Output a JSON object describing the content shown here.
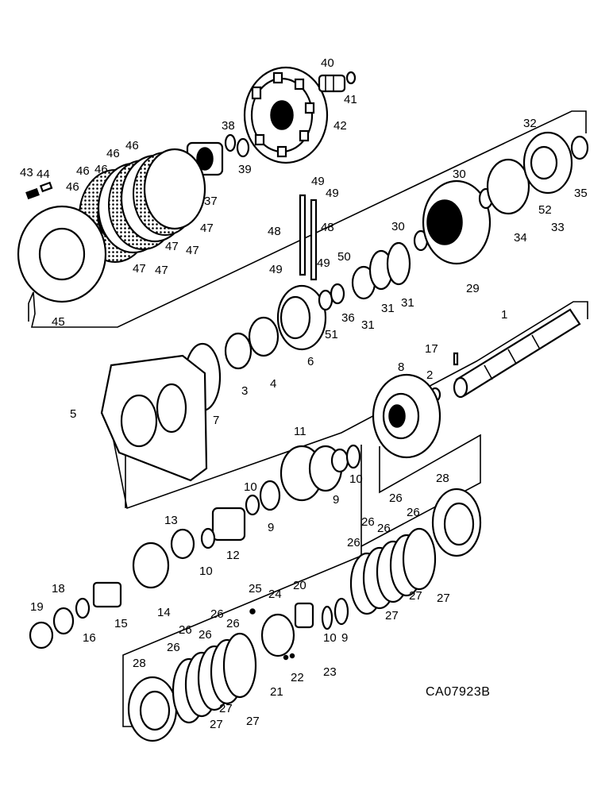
{
  "diagram": {
    "drawing_code": "CA07923B",
    "part_labels": [
      "40",
      "41",
      "42",
      "38",
      "39",
      "37",
      "46",
      "46",
      "46",
      "46",
      "46",
      "43",
      "44",
      "45",
      "47",
      "47",
      "47",
      "47",
      "47",
      "49",
      "49",
      "48",
      "48",
      "49",
      "49",
      "50",
      "36",
      "31",
      "31",
      "31",
      "30",
      "30",
      "29",
      "32",
      "35",
      "52",
      "33",
      "34",
      "1",
      "17",
      "2",
      "8",
      "51",
      "6",
      "4",
      "3",
      "7",
      "5",
      "11",
      "9",
      "10",
      "10",
      "9",
      "13",
      "12",
      "10",
      "14",
      "15",
      "16",
      "18",
      "19",
      "28",
      "26",
      "26",
      "26",
      "26",
      "26",
      "27",
      "27",
      "27",
      "25",
      "24",
      "20",
      "10",
      "9",
      "22",
      "23",
      "21",
      "28",
      "26",
      "26",
      "26",
      "26",
      "26",
      "27",
      "27",
      "27"
    ]
  }
}
